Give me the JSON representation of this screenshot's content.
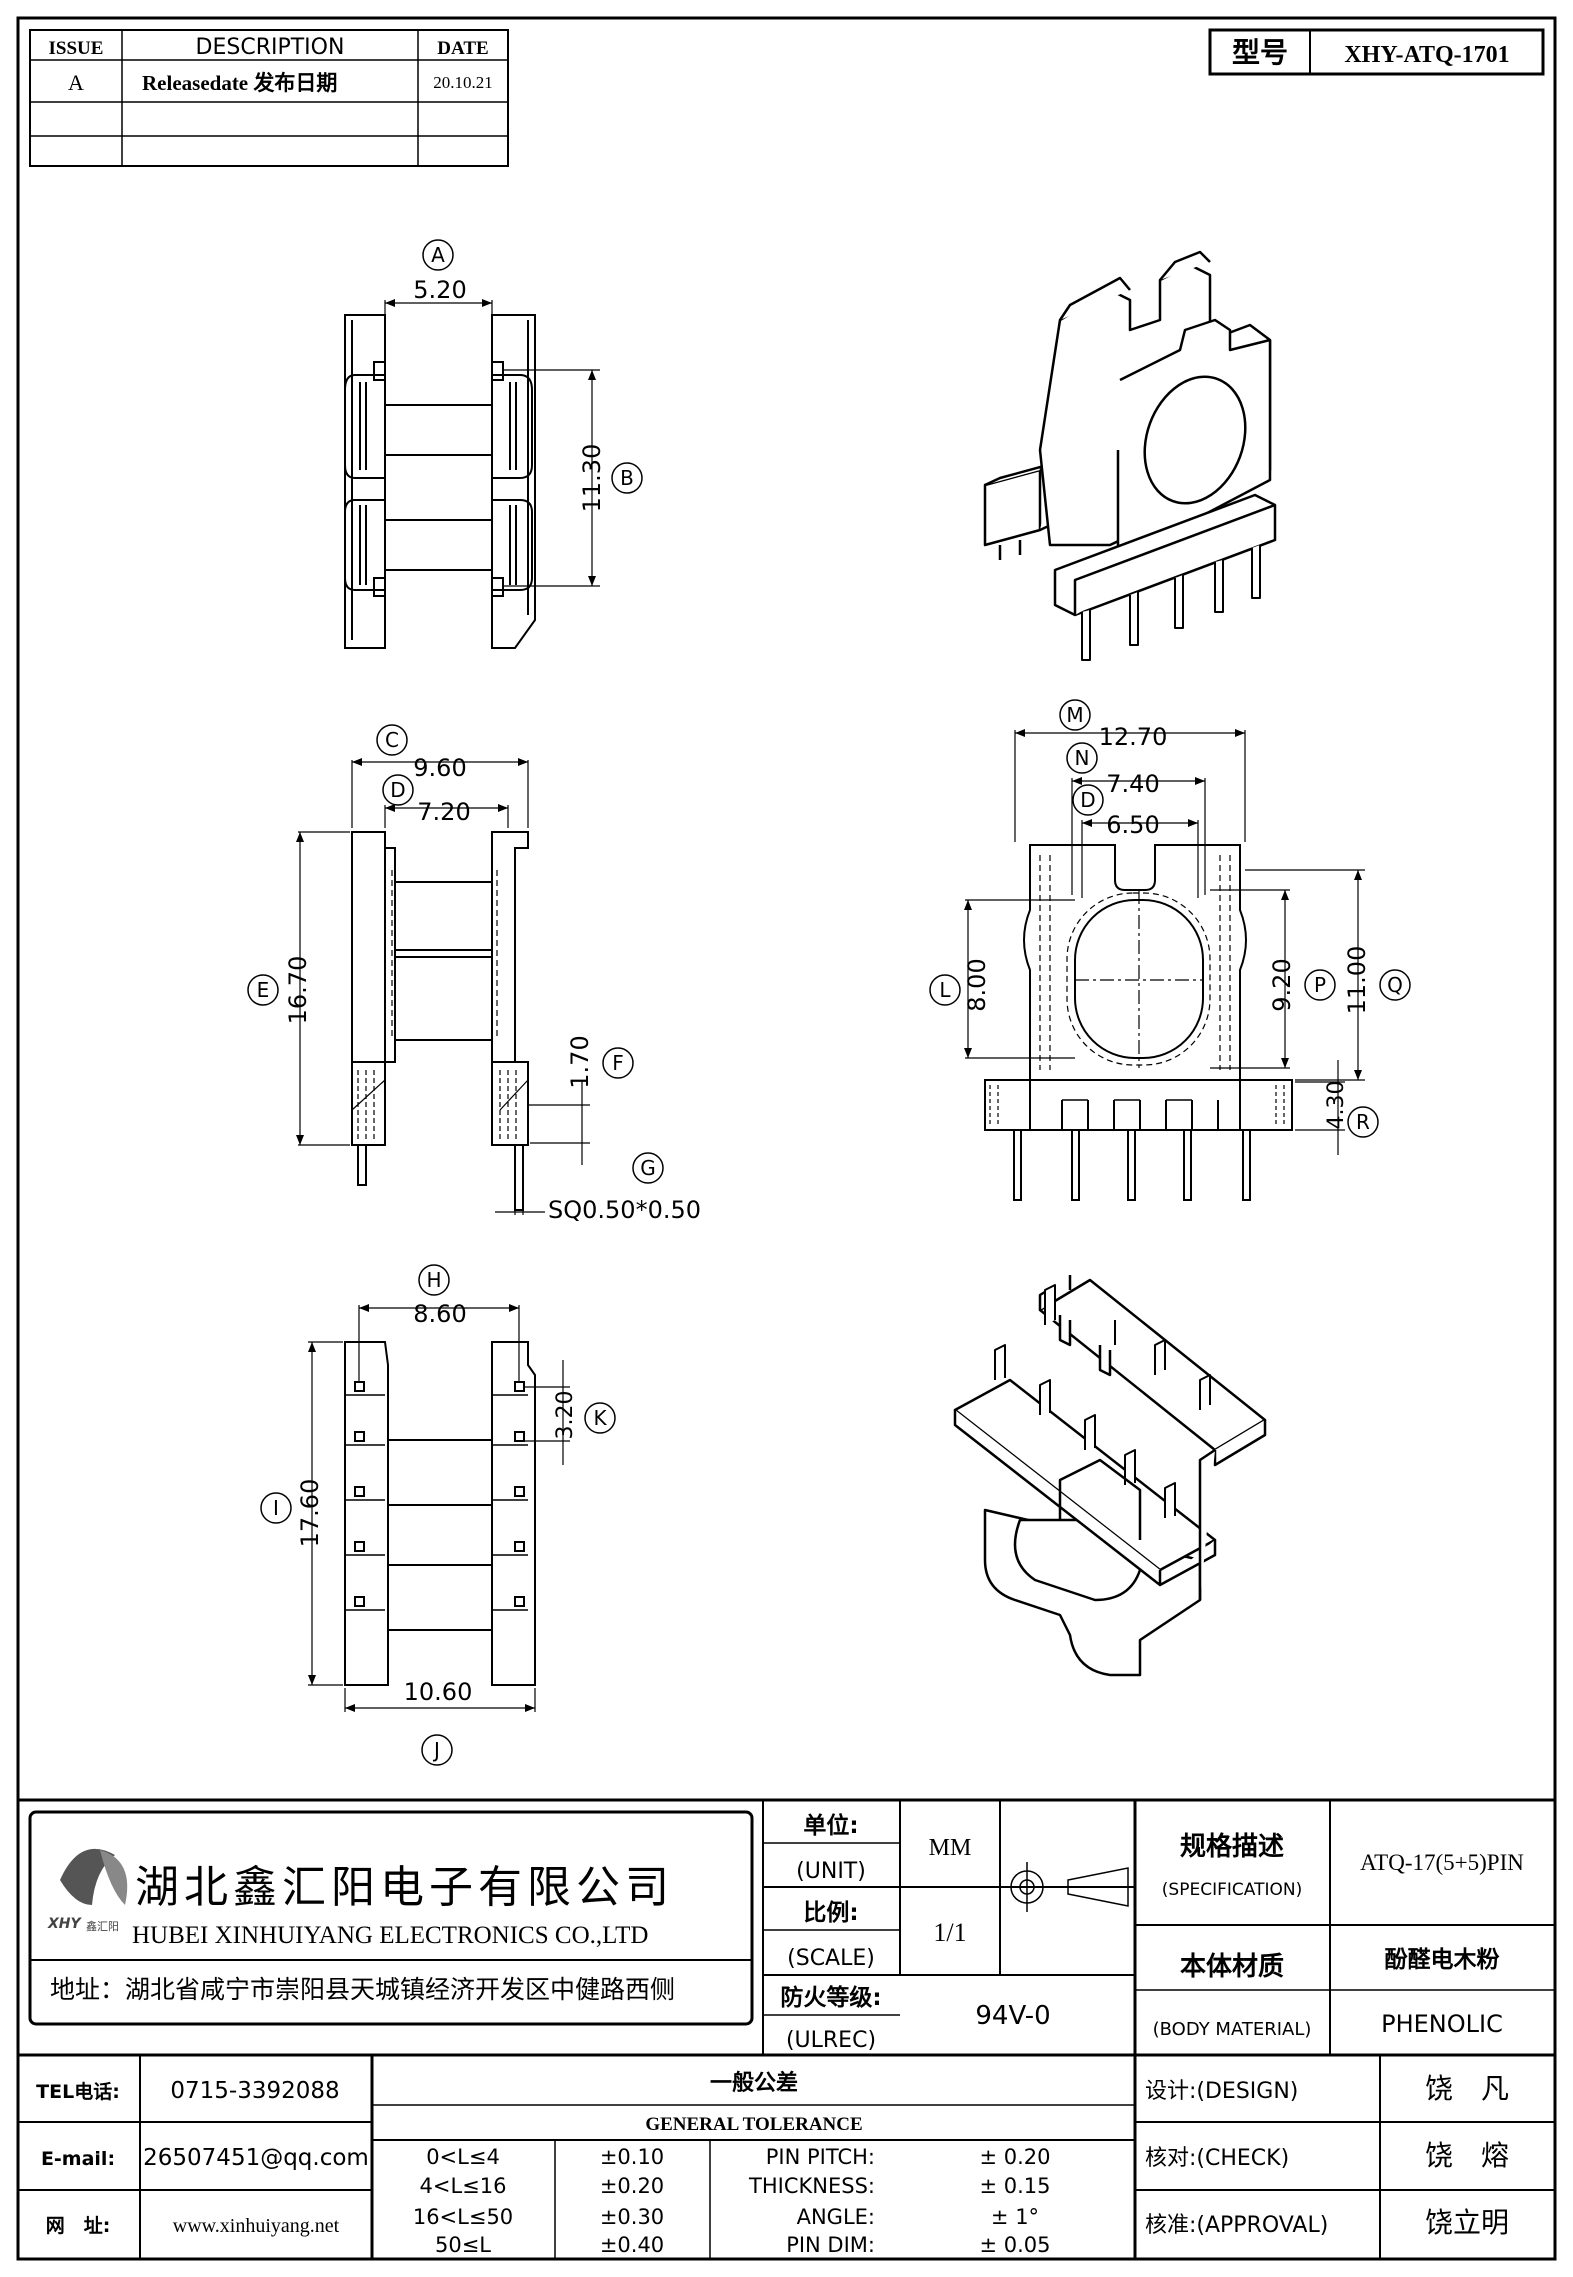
{
  "model": {
    "label": "型号",
    "value": "XHY-ATQ-1701"
  },
  "revision": {
    "headers": [
      "ISSUE",
      "DESCRIPTION",
      "DATE"
    ],
    "rows": [
      {
        "issue": "A",
        "description": "Releasedate 发布日期",
        "date": "20.10.21"
      }
    ]
  },
  "dimensions": {
    "A": {
      "letter": "A",
      "value": "5.20"
    },
    "B": {
      "letter": "B",
      "value": "11.30"
    },
    "C": {
      "letter": "C",
      "value": "9.60"
    },
    "D1": {
      "letter": "D",
      "value": "7.20"
    },
    "E": {
      "letter": "E",
      "value": "16.70"
    },
    "F": {
      "letter": "F",
      "value": "1.70"
    },
    "G": {
      "letter": "G",
      "value": "SQ0.50*0.50"
    },
    "H": {
      "letter": "H",
      "value": "8.60"
    },
    "K": {
      "letter": "K",
      "value": "3.20"
    },
    "I": {
      "letter": "I",
      "value": "17.60"
    },
    "J": {
      "letter": "J",
      "value": "10.60"
    },
    "M": {
      "letter": "M",
      "value": "12.70"
    },
    "N": {
      "letter": "N",
      "value": "7.40"
    },
    "D2": {
      "letter": "D",
      "value": "6.50"
    },
    "L": {
      "letter": "L",
      "value": "8.00"
    },
    "P": {
      "letter": "P",
      "value": "9.20"
    },
    "Q": {
      "letter": "Q",
      "value": "11.00"
    },
    "R": {
      "letter": "R",
      "value": "4.30"
    }
  },
  "company": {
    "logo_text": "XHY",
    "logo_sub": "鑫汇阳",
    "name_cn": "湖北鑫汇阳电子有限公司",
    "name_en": "HUBEI XINHUIYANG ELECTRONICS CO.,LTD",
    "address": "地址：湖北省咸宁市崇阳县天城镇经济开发区中健路西侧"
  },
  "title_block": {
    "unit_cn": "单位:",
    "unit_en": "(UNIT)",
    "unit_value": "MM",
    "scale_cn": "比例:",
    "scale_en": "(SCALE)",
    "scale_value": "1/1",
    "fire_cn": "防火等级:",
    "fire_en": "(ULREC)",
    "fire_value": "94V-0",
    "spec_cn": "规格描述",
    "spec_en": "(SPECIFICATION)",
    "spec_value": "ATQ-17(5+5)PIN",
    "material_cn": "本体材质",
    "material_en": "(BODY MATERIAL)",
    "material_value_cn": "酚醛电木粉",
    "material_value_en": "PHENOLIC"
  },
  "contact": {
    "tel_label": "TEL电话:",
    "tel": "0715-3392088",
    "email_label": "E-mail:",
    "email": "26507451@qq.com",
    "web_label": "网　址:",
    "web": "www.xinhuiyang.net"
  },
  "tolerance": {
    "title_cn": "一般公差",
    "title_en": "GENERAL TOLERANCE",
    "ranges": [
      {
        "range": "0<L≤4",
        "tol": "±0.10"
      },
      {
        "range": "4<L≤16",
        "tol": "±0.20"
      },
      {
        "range": "16<L≤50",
        "tol": "±0.30"
      },
      {
        "range": "50≤L",
        "tol": "±0.40"
      }
    ],
    "items": [
      {
        "label": "PIN PITCH:",
        "value": "± 0.20"
      },
      {
        "label": "THICKNESS:",
        "value": "± 0.15"
      },
      {
        "label": "ANGLE:",
        "value": "± 1°"
      },
      {
        "label": "PIN DIM:",
        "value": "± 0.05"
      }
    ]
  },
  "signoff": [
    {
      "label": "设计:(DESIGN)",
      "name": "饶　凡"
    },
    {
      "label": "核对:(CHECK)",
      "name": "饶　熔"
    },
    {
      "label": "核准:(APPROVAL)",
      "name": "饶立明"
    }
  ]
}
